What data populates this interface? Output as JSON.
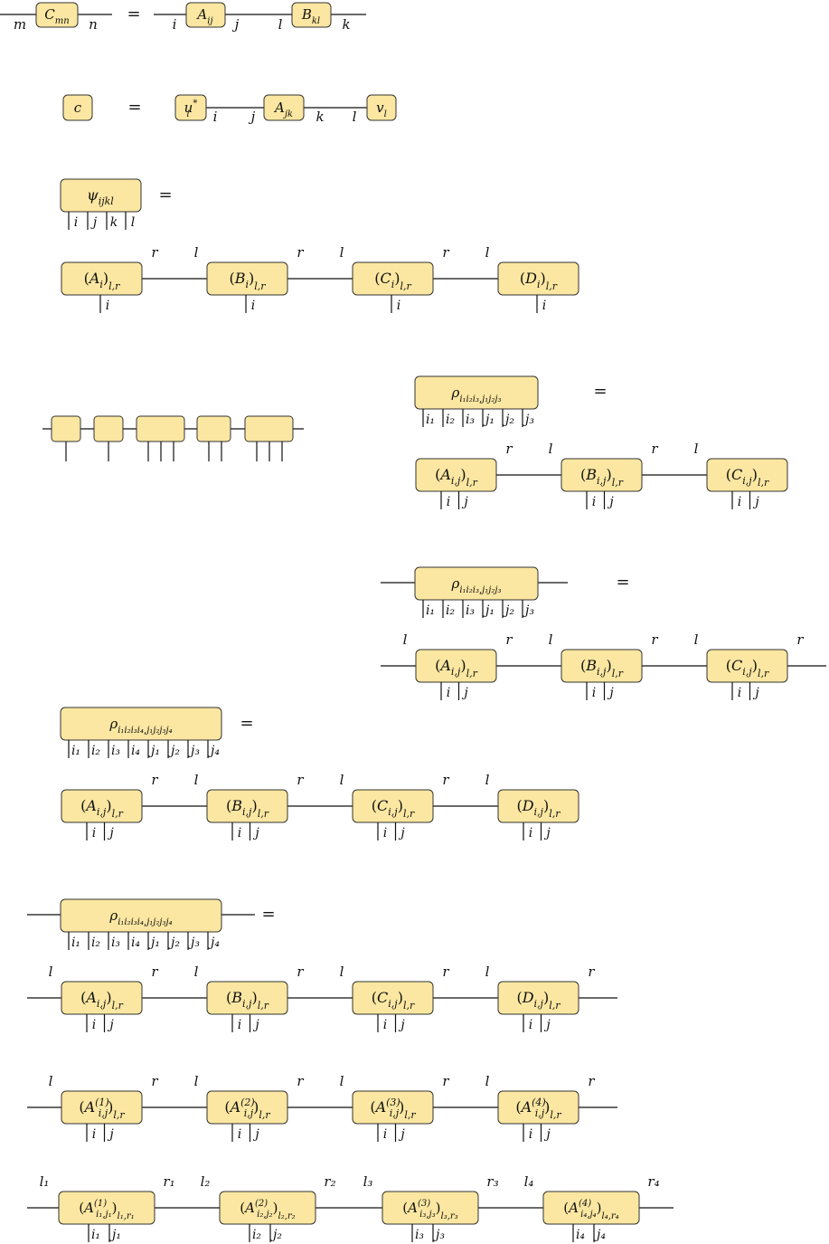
{
  "colors": {
    "tensor_fill": "#fbe7a1",
    "tensor_stroke": "#333333",
    "line": "#111111"
  },
  "equals_sign": "=",
  "diagrams": [
    {
      "name": "matrix-product",
      "lhs": {
        "tensor": "C",
        "sub": "mn",
        "left_index": "m",
        "right_index": "n"
      },
      "rhs": [
        {
          "tensor": "A",
          "sub": "ij",
          "left_index": "i",
          "right_index": "j"
        },
        {
          "tensor": "B",
          "sub": "kl",
          "left_index": "l",
          "right_index": "k"
        }
      ]
    },
    {
      "name": "scalar-contraction",
      "lhs": {
        "tensor": "c"
      },
      "rhs": [
        {
          "tensor": "u",
          "sub": "i",
          "sup": "*",
          "right_index": "i"
        },
        {
          "tensor": "A",
          "sub": "jk",
          "left_index": "j",
          "right_index": "k"
        },
        {
          "tensor": "v",
          "sub": "l",
          "left_index": "l"
        }
      ]
    },
    {
      "name": "four-index-state",
      "lhs": {
        "tensor": "ψ",
        "sub": "ijkl",
        "legs": [
          "i",
          "j",
          "k",
          "l"
        ]
      },
      "chain": {
        "bond_left": "l",
        "bond_right": "r",
        "tensors": [
          {
            "tensor": "A",
            "sub": "i",
            "outer_sub": "l,r",
            "legs": [
              "i"
            ]
          },
          {
            "tensor": "B",
            "sub": "i",
            "outer_sub": "l,r",
            "legs": [
              "i"
            ]
          },
          {
            "tensor": "C",
            "sub": "i",
            "outer_sub": "l,r",
            "legs": [
              "i"
            ]
          },
          {
            "tensor": "D",
            "sub": "i",
            "outer_sub": "l,r",
            "legs": [
              "i"
            ]
          }
        ]
      }
    },
    {
      "name": "density-matrix-three-sites",
      "lhs": {
        "tensor": "ρ",
        "sub": "i₁i₂i₃,j₁j₂j₃",
        "legs": [
          "i₁",
          "i₂",
          "i₃",
          "j₁",
          "j₂",
          "j₃"
        ]
      },
      "chain": {
        "bond_left": "l",
        "bond_right": "r",
        "tensors": [
          {
            "tensor": "A",
            "sub": "i,j",
            "outer_sub": "l,r",
            "legs": [
              "i",
              "j"
            ]
          },
          {
            "tensor": "B",
            "sub": "i,j",
            "outer_sub": "l,r",
            "legs": [
              "i",
              "j"
            ]
          },
          {
            "tensor": "C",
            "sub": "i,j",
            "outer_sub": "l,r",
            "legs": [
              "i",
              "j"
            ]
          }
        ]
      }
    },
    {
      "name": "density-matrix-three-sites-open",
      "lhs": {
        "tensor": "ρ",
        "sub": "i₁i₂i₃,j₁j₂j₃",
        "legs": [
          "i₁",
          "i₂",
          "i₃",
          "j₁",
          "j₂",
          "j₃"
        ]
      },
      "chain": {
        "bond_left": "l",
        "bond_right": "r",
        "tensors": [
          {
            "tensor": "A",
            "sub": "i,j",
            "outer_sub": "l,r",
            "legs": [
              "i",
              "j"
            ]
          },
          {
            "tensor": "B",
            "sub": "i,j",
            "outer_sub": "l,r",
            "legs": [
              "i",
              "j"
            ]
          },
          {
            "tensor": "C",
            "sub": "i,j",
            "outer_sub": "l,r",
            "legs": [
              "i",
              "j"
            ]
          }
        ]
      }
    },
    {
      "name": "density-matrix-four-sites",
      "lhs": {
        "tensor": "ρ",
        "sub": "i₁i₂i₃i₄,j₁j₂j₃j₄",
        "legs": [
          "i₁",
          "i₂",
          "i₃",
          "i₄",
          "j₁",
          "j₂",
          "j₃",
          "j₄"
        ]
      },
      "chain": {
        "bond_left": "l",
        "bond_right": "r",
        "tensors": [
          {
            "tensor": "A",
            "sub": "i,j",
            "outer_sub": "l,r",
            "legs": [
              "i",
              "j"
            ]
          },
          {
            "tensor": "B",
            "sub": "i,j",
            "outer_sub": "l,r",
            "legs": [
              "i",
              "j"
            ]
          },
          {
            "tensor": "C",
            "sub": "i,j",
            "outer_sub": "l,r",
            "legs": [
              "i",
              "j"
            ]
          },
          {
            "tensor": "D",
            "sub": "i,j",
            "outer_sub": "l,r",
            "legs": [
              "i",
              "j"
            ]
          }
        ]
      }
    },
    {
      "name": "density-matrix-four-sites-open",
      "lhs": {
        "tensor": "ρ",
        "sub": "i₁i₂i₃i₄,j₁j₂j₃j₄",
        "legs": [
          "i₁",
          "i₂",
          "i₃",
          "i₄",
          "j₁",
          "j₂",
          "j₃",
          "j₄"
        ]
      },
      "chains": [
        {
          "bond_left": "l",
          "bond_right": "r",
          "tensors": [
            {
              "tensor": "A",
              "sub": "i,j",
              "outer_sub": "l,r",
              "legs": [
                "i",
                "j"
              ]
            },
            {
              "tensor": "B",
              "sub": "i,j",
              "outer_sub": "l,r",
              "legs": [
                "i",
                "j"
              ]
            },
            {
              "tensor": "C",
              "sub": "i,j",
              "outer_sub": "l,r",
              "legs": [
                "i",
                "j"
              ]
            },
            {
              "tensor": "D",
              "sub": "i,j",
              "outer_sub": "l,r",
              "legs": [
                "i",
                "j"
              ]
            }
          ]
        },
        {
          "bond_left": "l",
          "bond_right": "r",
          "tensors": [
            {
              "tensor": "A",
              "sup": "(1)",
              "sub": "i,j",
              "outer_sub": "l,r",
              "legs": [
                "i",
                "j"
              ]
            },
            {
              "tensor": "A",
              "sup": "(2)",
              "sub": "i,j",
              "outer_sub": "l,r",
              "legs": [
                "i",
                "j"
              ]
            },
            {
              "tensor": "A",
              "sup": "(3)",
              "sub": "i,j",
              "outer_sub": "l,r",
              "legs": [
                "i",
                "j"
              ]
            },
            {
              "tensor": "A",
              "sup": "(4)",
              "sub": "i,j",
              "outer_sub": "l,r",
              "legs": [
                "i",
                "j"
              ]
            }
          ]
        },
        {
          "bond_labels": [
            "l₁",
            "r₁",
            "l₂",
            "r₂",
            "l₃",
            "r₃",
            "l₄",
            "r₄"
          ],
          "tensors": [
            {
              "tensor": "A",
              "sup": "(1)",
              "sub": "i₁,j₁",
              "outer_sub": "l₁,r₁",
              "legs": [
                "i₁",
                "j₁"
              ]
            },
            {
              "tensor": "A",
              "sup": "(2)",
              "sub": "i₂,j₂",
              "outer_sub": "l₂,r₂",
              "legs": [
                "i₂",
                "j₂"
              ]
            },
            {
              "tensor": "A",
              "sup": "(3)",
              "sub": "i₃,j₃",
              "outer_sub": "l₃,r₃",
              "legs": [
                "i₃",
                "j₃"
              ]
            },
            {
              "tensor": "A",
              "sup": "(4)",
              "sub": "i₄,j₄",
              "outer_sub": "l₄,r₄",
              "legs": [
                "i₄",
                "j₄"
              ]
            }
          ]
        }
      ]
    }
  ]
}
